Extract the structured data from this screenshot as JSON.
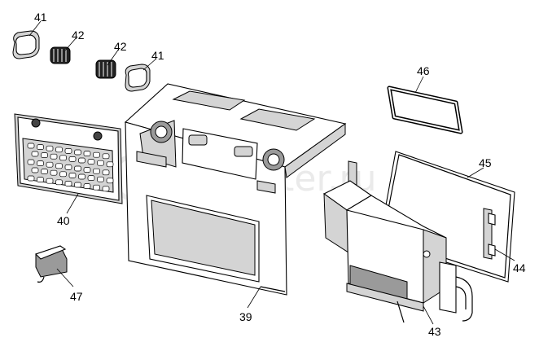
{
  "callouts": {
    "c41a": "41",
    "c42a": "42",
    "c42b": "42",
    "c41b": "41",
    "c46": "46",
    "c45": "45",
    "c40": "40",
    "c44": "44",
    "c47": "47",
    "c39": "39",
    "c43": "43"
  },
  "watermark": "autopiter.ru"
}
